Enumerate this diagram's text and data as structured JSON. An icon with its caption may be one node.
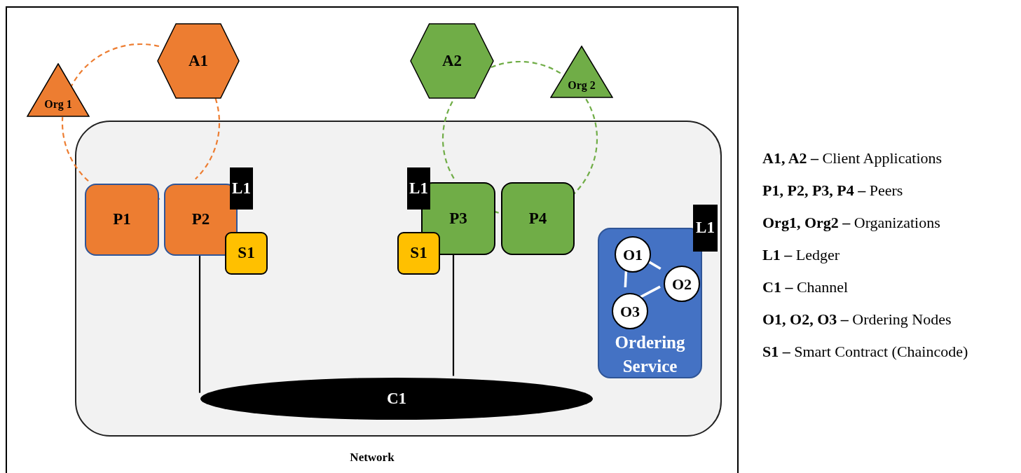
{
  "diagram": {
    "caption": "Network",
    "nodes": [
      {
        "text": [
          "Org 1"
        ]
      },
      {
        "text": [
          "A1"
        ]
      },
      {
        "text": [
          "A2"
        ]
      },
      {
        "text": [
          "Org 2"
        ]
      },
      {
        "text": [],
        "shape": "box"
      },
      {
        "text": [
          "P1"
        ],
        "in": 4
      },
      {
        "text": [
          "P2"
        ],
        "in": 4
      },
      {
        "text": [
          "L1"
        ],
        "in": 4
      },
      {
        "text": [
          "S1"
        ],
        "in": 4
      },
      {
        "text": [
          "L1"
        ],
        "in": 4
      },
      {
        "text": [
          "P3"
        ],
        "in": 4
      },
      {
        "text": [
          "P4"
        ],
        "in": 4
      },
      {
        "text": [
          "S1"
        ],
        "in": 4
      },
      {
        "text": [
          "L1"
        ],
        "in": 4
      },
      {
        "text": [
          "Ordering Service"
        ],
        "in": 4
      },
      {
        "text": [
          "O1"
        ],
        "in": 14
      },
      {
        "text": [
          "O2"
        ],
        "in": 14
      },
      {
        "text": [
          "O3"
        ],
        "in": 14
      },
      {
        "text": [
          "C1"
        ],
        "in": 4
      }
    ],
    "edges": [
      {
        "from": 0,
        "to": 1,
        "arrow": "none",
        "style": "dashed",
        "color": "#ed7d31"
      },
      {
        "from": 1,
        "to": 6,
        "arrow": "none",
        "style": "dashed",
        "color": "#ed7d31"
      },
      {
        "from": 6,
        "to": 5,
        "arrow": "none",
        "style": "dashed",
        "color": "#ed7d31"
      },
      {
        "from": 5,
        "to": 0,
        "arrow": "none",
        "style": "dashed",
        "color": "#ed7d31"
      },
      {
        "from": 2,
        "to": 3,
        "arrow": "none",
        "style": "dashed",
        "color": "#70ad47"
      },
      {
        "from": 3,
        "to": 11,
        "arrow": "none",
        "style": "dashed",
        "color": "#70ad47"
      },
      {
        "from": 11,
        "to": 10,
        "arrow": "none",
        "style": "dashed",
        "color": "#70ad47"
      },
      {
        "from": 10,
        "to": 2,
        "arrow": "none",
        "style": "dashed",
        "color": "#70ad47"
      },
      {
        "from": 6,
        "to": 18,
        "arrow": "none",
        "color": "#000000"
      },
      {
        "from": 10,
        "to": 18,
        "arrow": "none",
        "color": "#000000"
      },
      {
        "from": 15,
        "to": 16,
        "arrow": "none",
        "color": "#ffffff"
      },
      {
        "from": 15,
        "to": 17,
        "arrow": "none",
        "color": "#ffffff"
      },
      {
        "from": 17,
        "to": 16,
        "arrow": "none",
        "color": "#ffffff"
      }
    ],
    "labels": [
      "**A1, A2 –** Client Applications",
      "**P1, P2, P3, P4 –** Peers",
      "**Org1, Org2 –** Organizations",
      "**L1 –** Ledger",
      "**C1 –** Channel",
      "**O1, O2, O3 –** Ordering Nodes",
      "**S1 –** Smart Contract (Chaincode)"
    ]
  }
}
